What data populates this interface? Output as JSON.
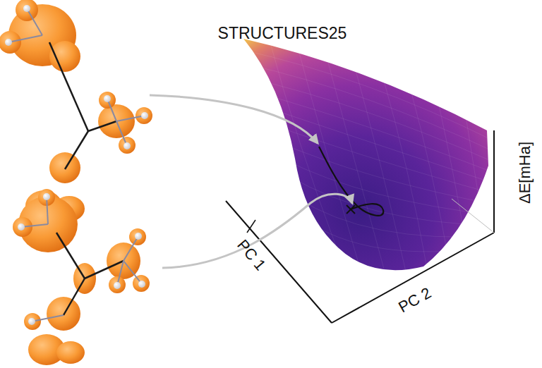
{
  "diagram": {
    "title": "STRUCTURES25",
    "labels": [
      "PC 1",
      "PC 2",
      "ΔE[mHa]"
    ]
  }
}
